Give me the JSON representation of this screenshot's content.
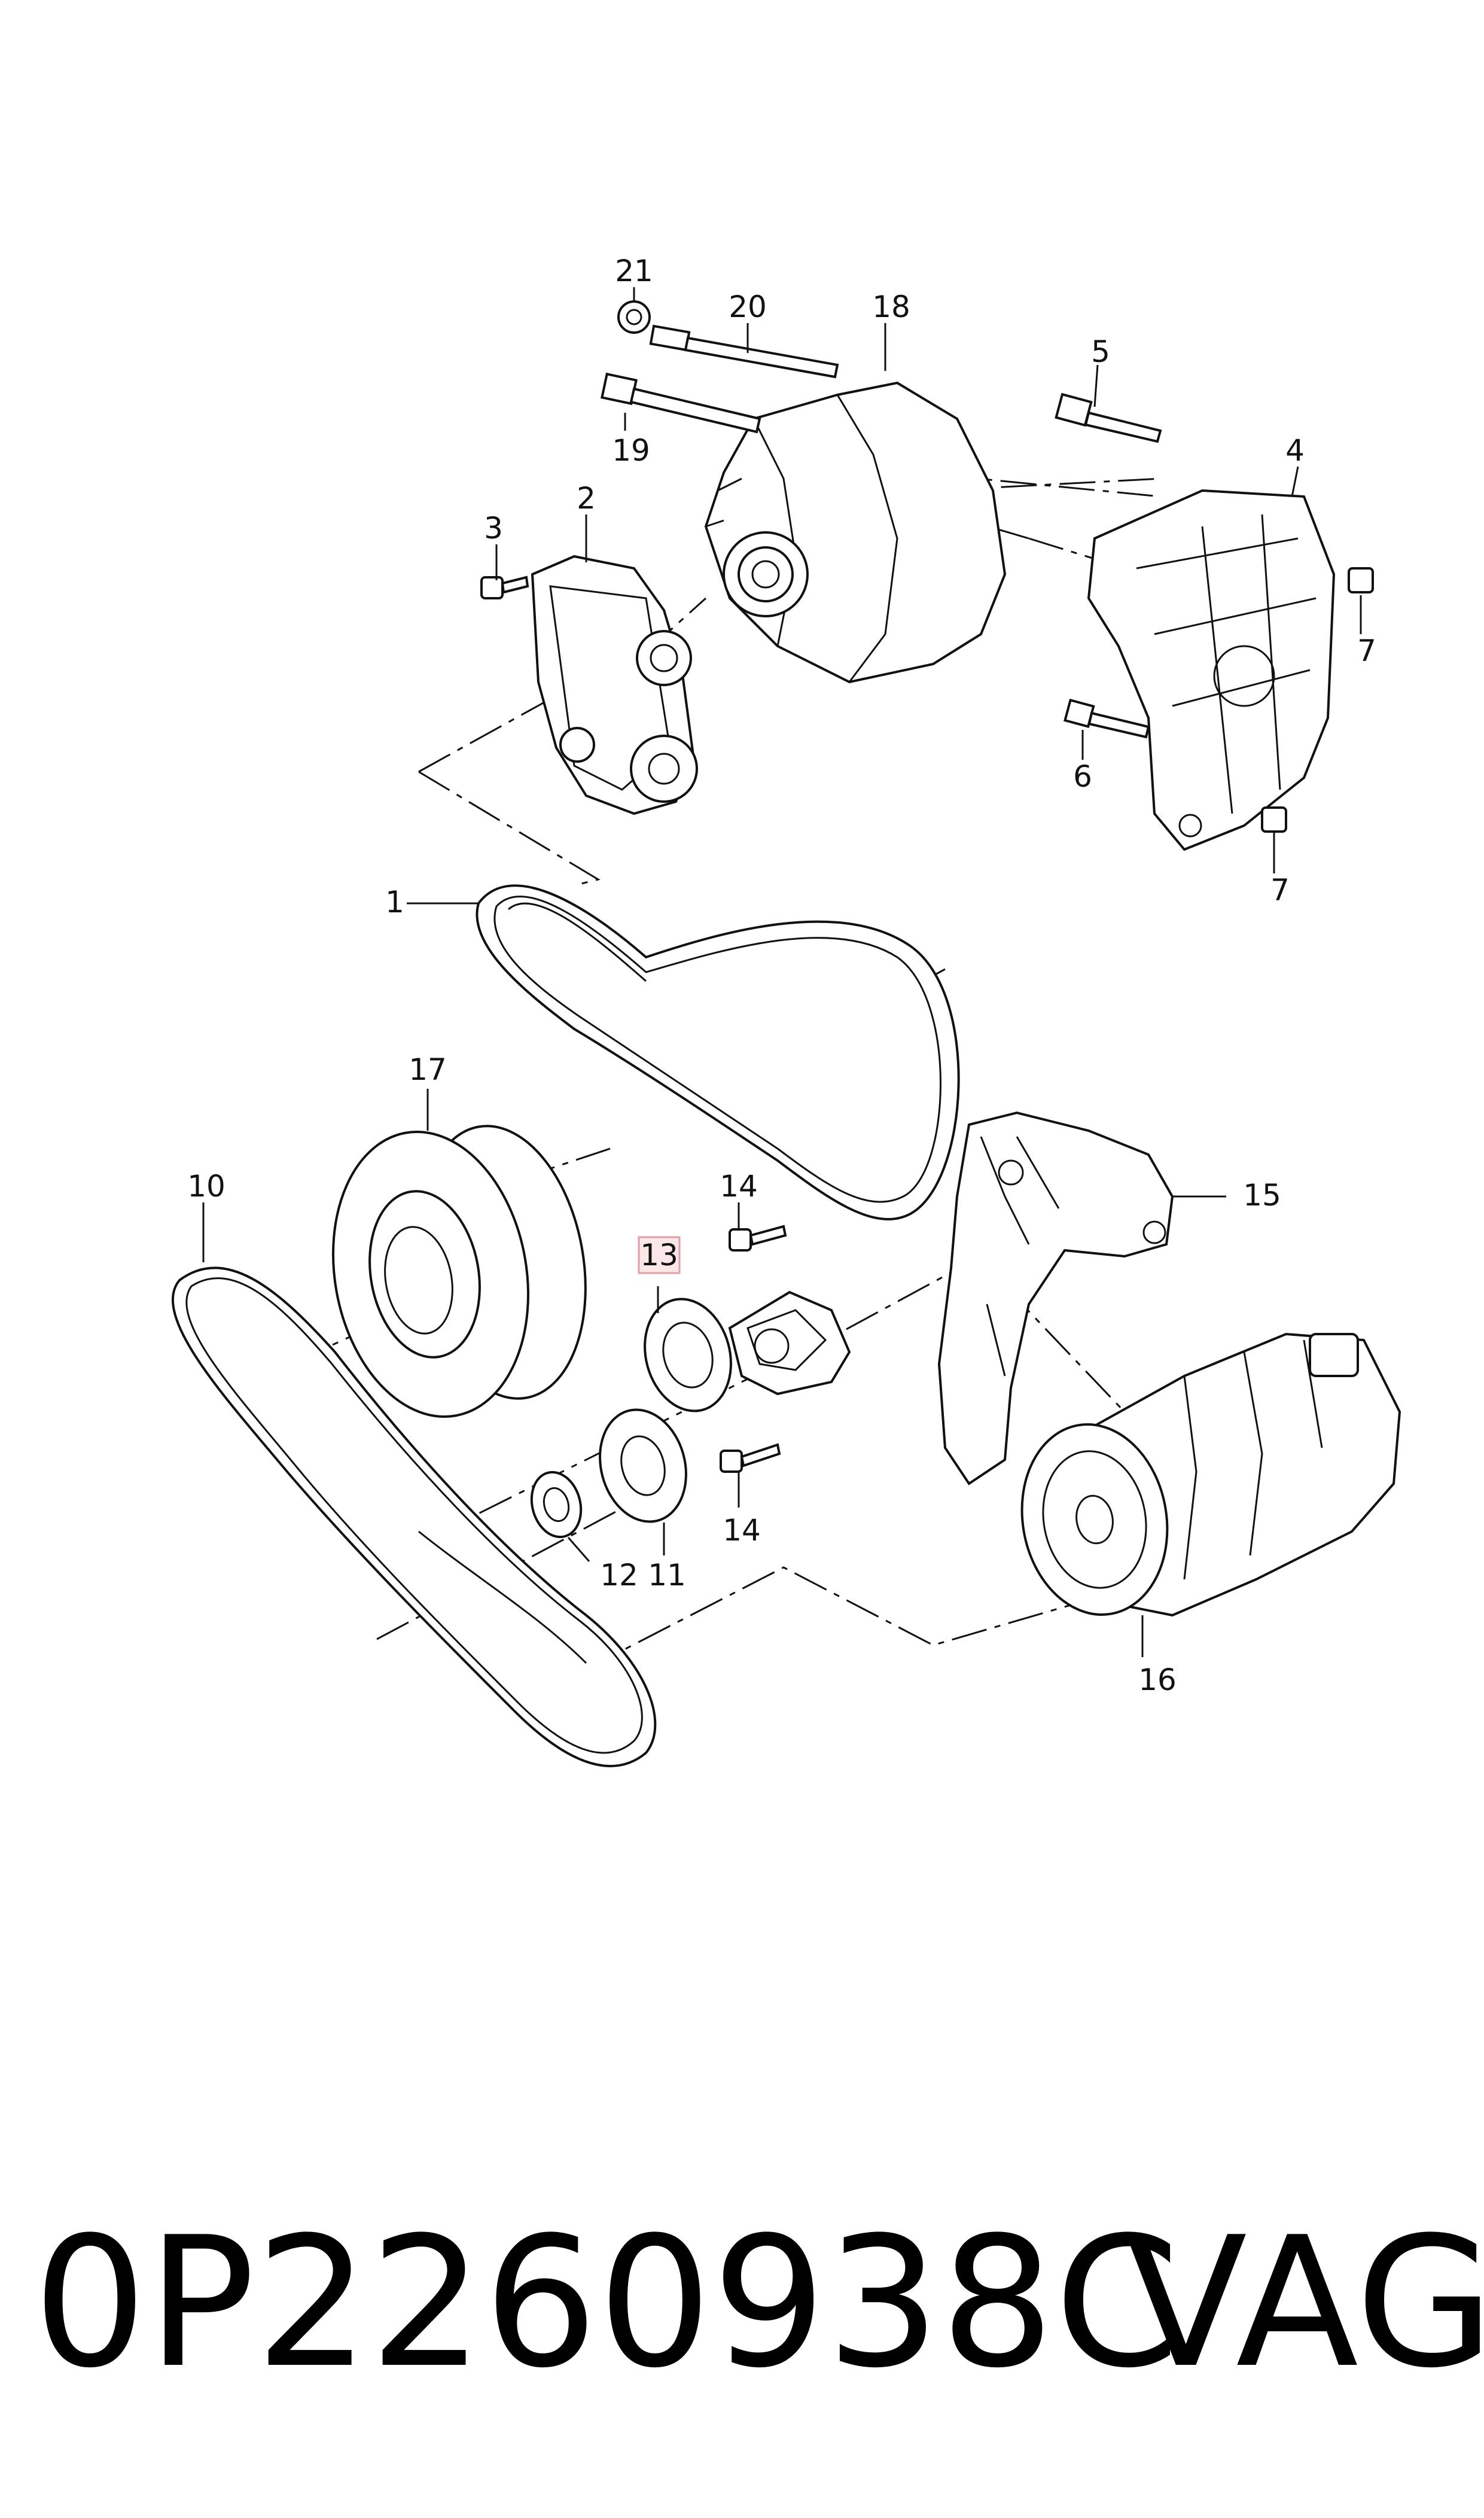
{
  "callouts": [
    {
      "id": "21",
      "text": "21",
      "highlight": false
    },
    {
      "id": "20",
      "text": "20",
      "highlight": false
    },
    {
      "id": "18",
      "text": "18",
      "highlight": false
    },
    {
      "id": "5",
      "text": "5",
      "highlight": false
    },
    {
      "id": "19",
      "text": "19",
      "highlight": false
    },
    {
      "id": "4",
      "text": "4",
      "highlight": false
    },
    {
      "id": "3",
      "text": "3",
      "highlight": false
    },
    {
      "id": "2",
      "text": "2",
      "highlight": false
    },
    {
      "id": "7a",
      "text": "7",
      "highlight": false
    },
    {
      "id": "6",
      "text": "6",
      "highlight": false
    },
    {
      "id": "7b",
      "text": "7",
      "highlight": false
    },
    {
      "id": "1",
      "text": "1",
      "highlight": false
    },
    {
      "id": "17",
      "text": "17",
      "highlight": false
    },
    {
      "id": "14a",
      "text": "14",
      "highlight": false
    },
    {
      "id": "15",
      "text": "15",
      "highlight": false
    },
    {
      "id": "10",
      "text": "10",
      "highlight": false
    },
    {
      "id": "13",
      "text": "13",
      "highlight": true
    },
    {
      "id": "14b",
      "text": "14",
      "highlight": false
    },
    {
      "id": "12",
      "text": "12",
      "highlight": false
    },
    {
      "id": "11",
      "text": "11",
      "highlight": false
    },
    {
      "id": "16",
      "text": "16",
      "highlight": false
    }
  ],
  "highlight_color": "#e0a0a8",
  "highlight_fill": "#fbe6e8",
  "footer": {
    "part_number": "0P2260938C",
    "brand": "VAG"
  }
}
